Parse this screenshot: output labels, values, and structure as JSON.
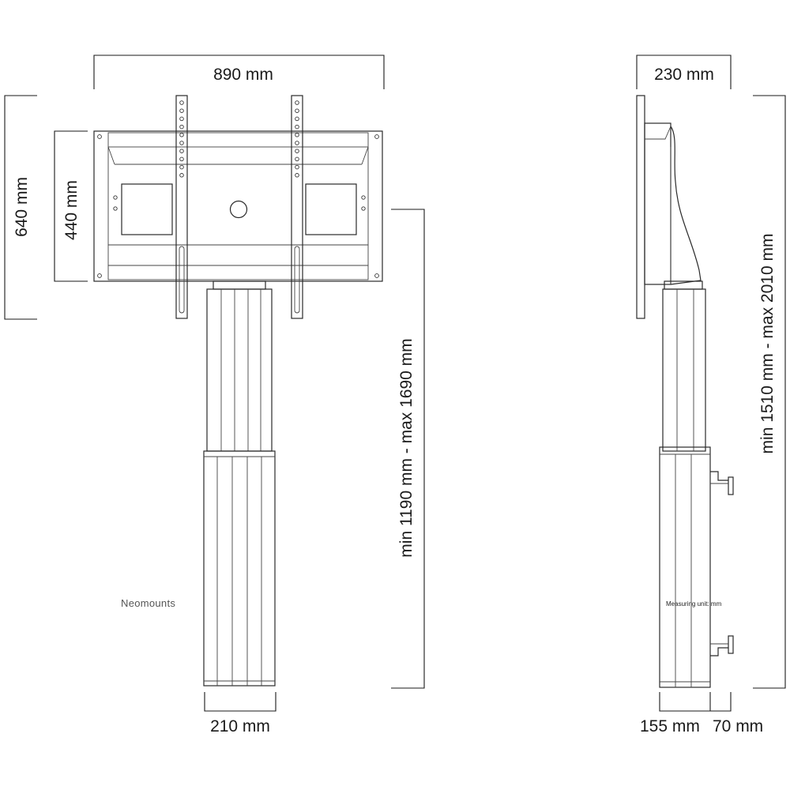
{
  "front_view": {
    "width_label": "890 mm",
    "total_height_label": "640 mm",
    "plate_height_label": "440 mm",
    "column_width_label": "210 mm",
    "height_range_label": "min 1190 mm - max 1690 mm",
    "brand": "Neomounts"
  },
  "side_view": {
    "depth_label": "230 mm",
    "height_range_label": "min 1510 mm - max 2010 mm",
    "base_depth_label": "155 mm",
    "foot_depth_label": "70 mm",
    "unit_note": "Measuring unit: mm"
  },
  "colors": {
    "line": "#2a2a2a",
    "text": "#1a1a1a",
    "brand_text": "#555555",
    "background": "#ffffff"
  }
}
